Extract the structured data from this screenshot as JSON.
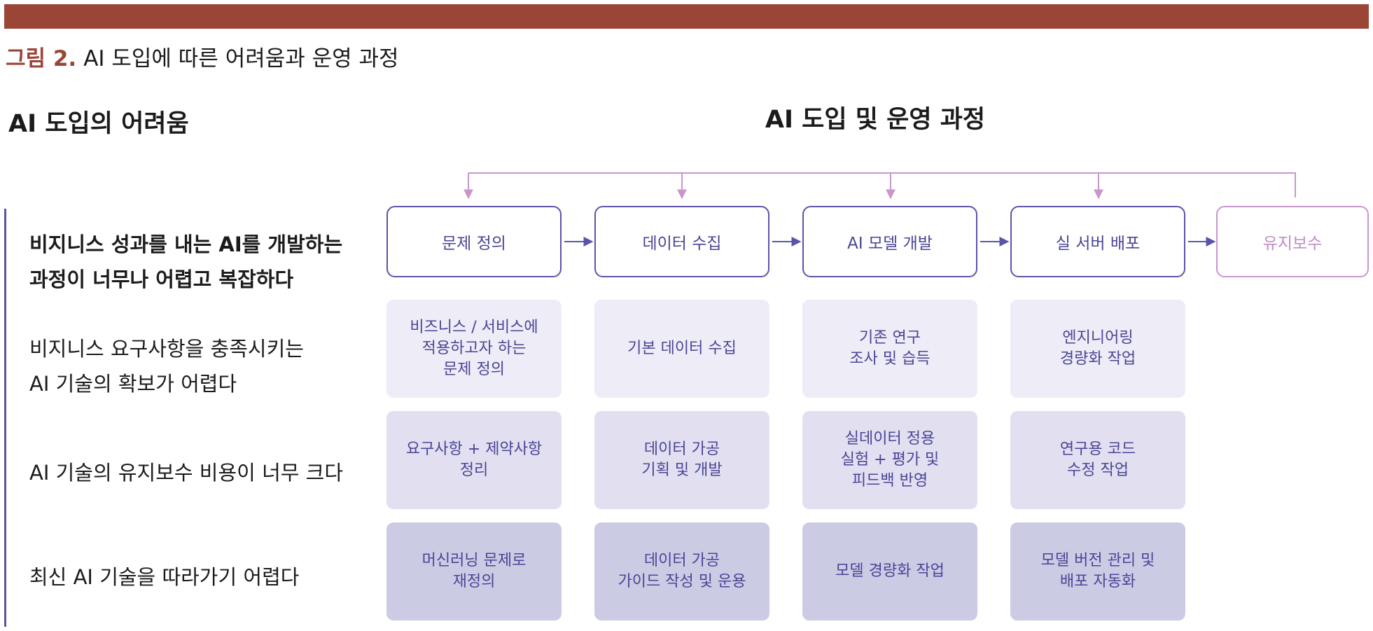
{
  "caption": {
    "number": "그림 2.",
    "title": "AI 도입에 따른 어려움과 운영 과정"
  },
  "left": {
    "title": "AI 도입의 어려움",
    "items": [
      {
        "lines": [
          "비지니스 성과를 내는 AI를 개발하는",
          "과정이 너무나 어렵고 복잡하다"
        ]
      },
      {
        "lines": [
          "비지니스 요구사항을 충족시키는",
          "AI 기술의 확보가 어렵다"
        ]
      },
      {
        "lines": [
          "AI 기술의 유지보수 비용이 너무 크다"
        ]
      },
      {
        "lines": [
          "최신 AI 기술을 따라가기 어렵다"
        ]
      }
    ]
  },
  "right": {
    "title": "AI 도입 및 운영 과정",
    "stages": [
      "문제 정의",
      "데이터 수집",
      "AI 모델 개발",
      "실 서버 배포",
      "유지보수"
    ],
    "tasks": [
      [
        "비즈니스 / 서비스에\n적용하고자 하는\n문제 정의",
        "기본 데이터 수집",
        "기존 연구\n조사 및 습득",
        "엔지니어링\n경량화 작업"
      ],
      [
        "요구사항 + 제약사항\n정리",
        "데이터 가공\n기획 및 개발",
        "실데이터 정용\n실험 + 평가 및\n피드백 반영",
        "연구용 코드\n수정 작업"
      ],
      [
        "머신러닝 문제로\n재정의",
        "데이터 가공\n가이드 작성 및 운용",
        "모델 경량화 작업",
        "모델 버전 관리 및\n배포 자동화"
      ]
    ]
  },
  "colors": {
    "accent": "#9b4536",
    "primary": "#5a54a8",
    "maintenance": "#c896cc"
  }
}
